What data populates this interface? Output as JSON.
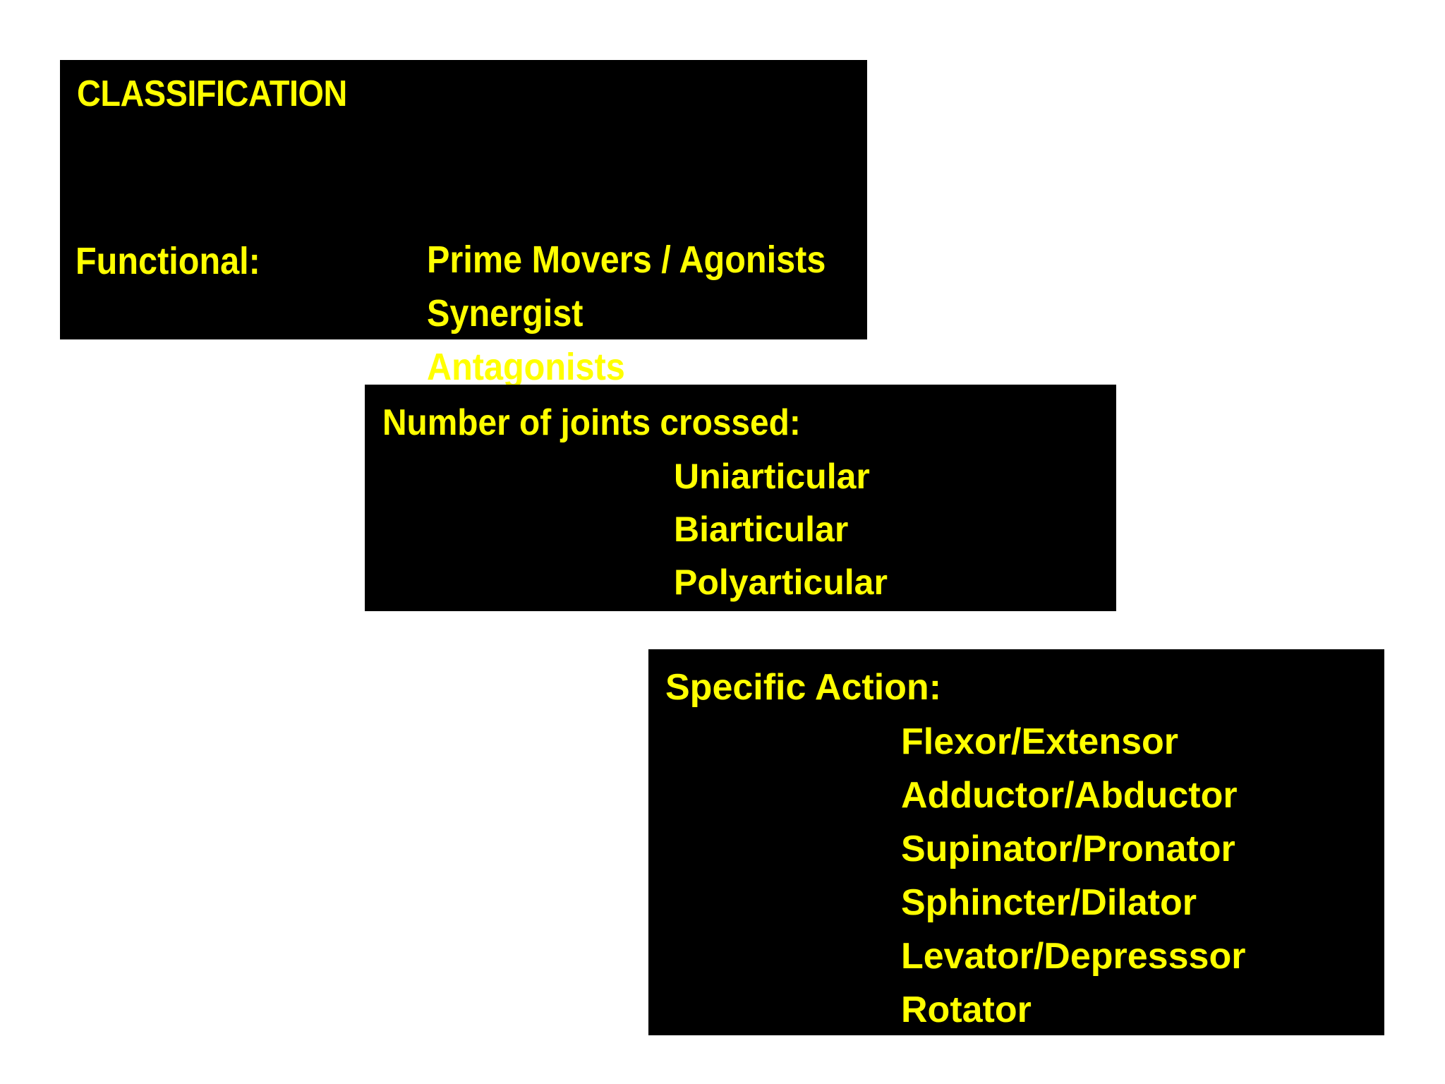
{
  "slide": {
    "background_color": "#ffffff",
    "panel_background_color": "#000000",
    "text_color": "#ffff00"
  },
  "panels": {
    "classification": {
      "title": "CLASSIFICATION",
      "category_label": "Functional:",
      "items": [
        "Prime Movers / Agonists",
        "Synergist",
        "Antagonists"
      ]
    },
    "joints": {
      "title": "Number of joints crossed:",
      "items": [
        "Uniarticular",
        "Biarticular",
        "Polyarticular"
      ]
    },
    "action": {
      "title": "Specific Action:",
      "items": [
        "Flexor/Extensor",
        "Adductor/Abductor",
        "Supinator/Pronator",
        "Sphincter/Dilator",
        "Levator/Depresssor",
        "Rotator"
      ]
    }
  }
}
